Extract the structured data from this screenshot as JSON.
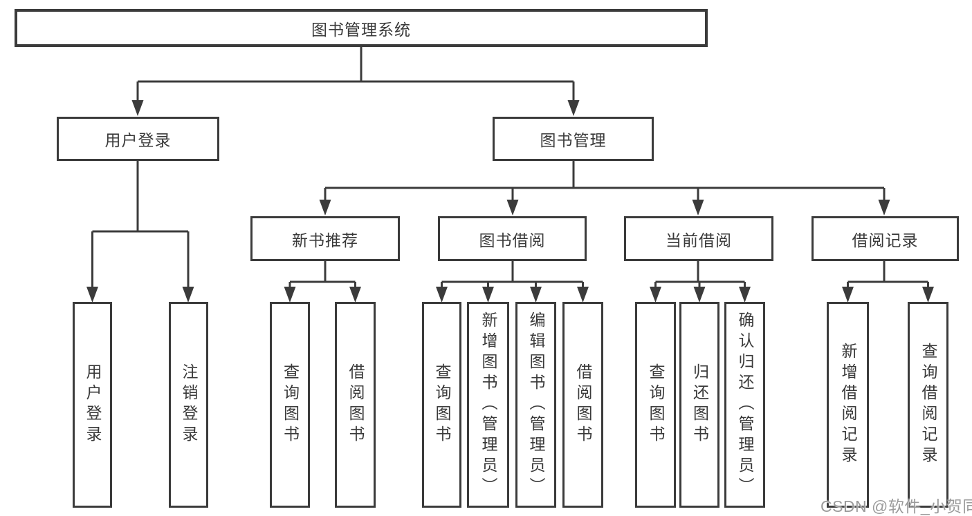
{
  "diagram": {
    "type": "tree",
    "tree": {
      "label": "图书管理系统",
      "children": [
        {
          "label": "用户登录",
          "children": [
            {
              "label": "用户登录"
            },
            {
              "label": "注销登录"
            }
          ]
        },
        {
          "label": "图书管理",
          "children": [
            {
              "label": "新书推荐",
              "children": [
                {
                  "label": "查询图书"
                },
                {
                  "label": "借阅图书"
                }
              ]
            },
            {
              "label": "图书借阅",
              "children": [
                {
                  "label": "查询图书"
                },
                {
                  "label": "新增图书（管理员）"
                },
                {
                  "label": "编辑图书（管理员）"
                },
                {
                  "label": "借阅图书"
                }
              ]
            },
            {
              "label": "当前借阅",
              "children": [
                {
                  "label": "查询图书"
                },
                {
                  "label": "归还图书"
                },
                {
                  "label": "确认归还（管理员）"
                }
              ]
            },
            {
              "label": "借阅记录",
              "children": [
                {
                  "label": "新增借阅记录"
                },
                {
                  "label": "查询借阅记录"
                }
              ]
            }
          ]
        }
      ]
    },
    "colors": {
      "box_border": "#3b3b3b",
      "connector_line": "#3b3b3b",
      "text": "#3a3a3a",
      "watermark": "#9b9b9b",
      "background": "#ffffff"
    }
  },
  "watermark": {
    "text": "CSDN @软件_小贺同学"
  }
}
